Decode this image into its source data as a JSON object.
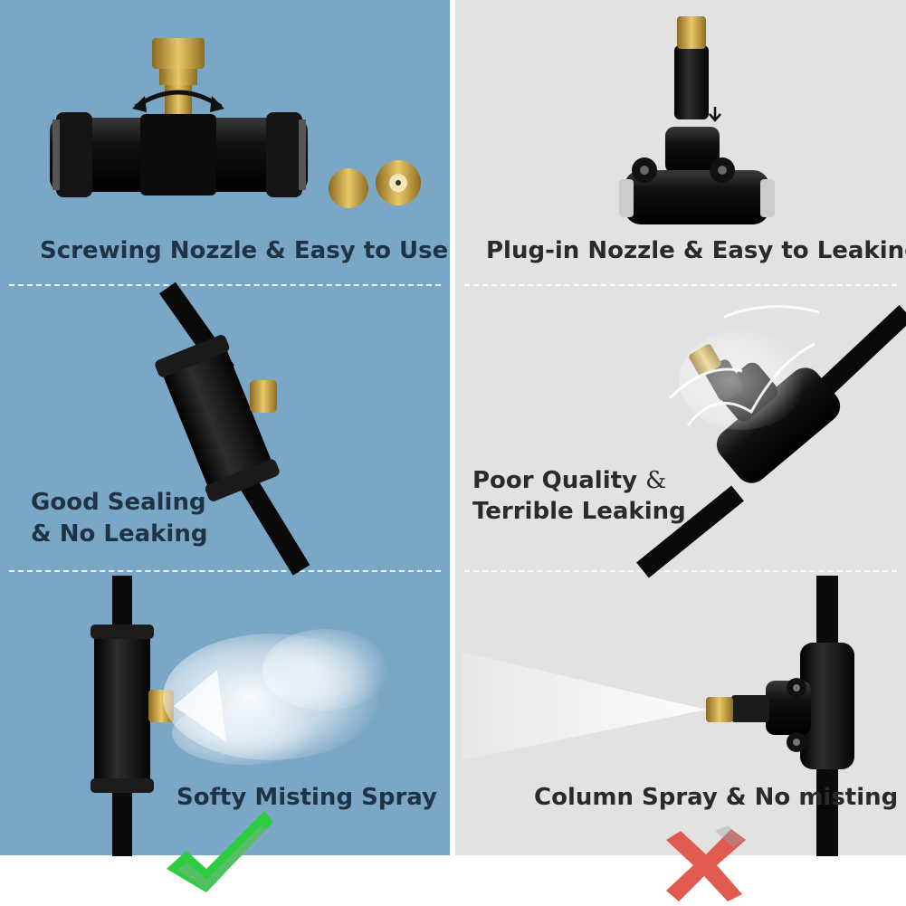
{
  "colors": {
    "left_bg": "#7ba7c7",
    "right_bg": "#e2e2e2",
    "fitting": "#111111",
    "brass": "#c9a247",
    "check": "#2ecc40",
    "cross": "#e05a4f"
  },
  "left": {
    "panels": [
      {
        "caption": "Screwing Nozzle & Easy to Use"
      },
      {
        "caption_line1": "Good Sealing",
        "caption_line2": "& No Leaking"
      },
      {
        "caption": "Softy Misting Spray"
      }
    ],
    "mark_icon": "check-mark-icon"
  },
  "right": {
    "panels": [
      {
        "caption": "Plug-in Nozzle & Easy to Leaking"
      },
      {
        "caption_line1": "Poor Quality",
        "caption_amp": "&",
        "caption_line2": "Terrible Leaking"
      },
      {
        "caption": "Column Spray & No misting"
      }
    ],
    "mark_icon": "cross-mark-icon"
  }
}
